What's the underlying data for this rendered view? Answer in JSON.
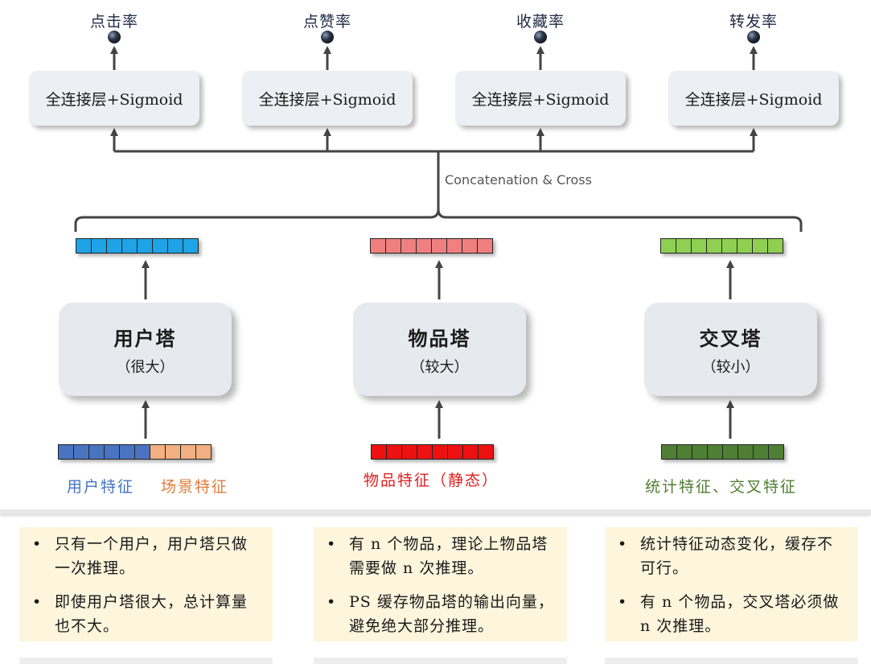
{
  "outputs": [
    {
      "label": "点击率",
      "layer": "全连接层+Sigmoid"
    },
    {
      "label": "点赞率",
      "layer": "全连接层+Sigmoid"
    },
    {
      "label": "收藏率",
      "layer": "全连接层+Sigmoid"
    },
    {
      "label": "转发率",
      "layer": "全连接层+Sigmoid"
    }
  ],
  "concat_label": "Concatenation & Cross",
  "towers": [
    {
      "name": "用户塔",
      "size": "（很大）"
    },
    {
      "name": "物品塔",
      "size": "（较大）"
    },
    {
      "name": "交叉塔",
      "size": "（较小）"
    }
  ],
  "features": {
    "user": "用户特征",
    "scene": "场景特征",
    "item": "物品特征（静态）",
    "cross": "统计特征、交叉特征"
  },
  "colors": {
    "user_out": "#1ea3e6",
    "item_out": "#f08080",
    "cross_out": "#8fd053",
    "user_in": "#4a74c2",
    "scene_in": "#f3b082",
    "item_in": "#ee1111",
    "cross_in": "#4f7f34",
    "feat_user_text": "#4472c4",
    "feat_scene_text": "#e07b39",
    "feat_item_text": "#e02020",
    "feat_cross_text": "#507e32"
  },
  "notes": [
    [
      "只有一个用户，用户塔只做一次推理。",
      "即使用户塔很大，总计算量也不大。"
    ],
    [
      "有 n 个物品，理论上物品塔需要做 n 次推理。",
      "PS 缓存物品塔的输出向量，避免绝大部分推理。"
    ],
    [
      "统计特征动态变化，缓存不可行。",
      "有 n 个物品，交叉塔必须做 n 次推理。"
    ]
  ]
}
